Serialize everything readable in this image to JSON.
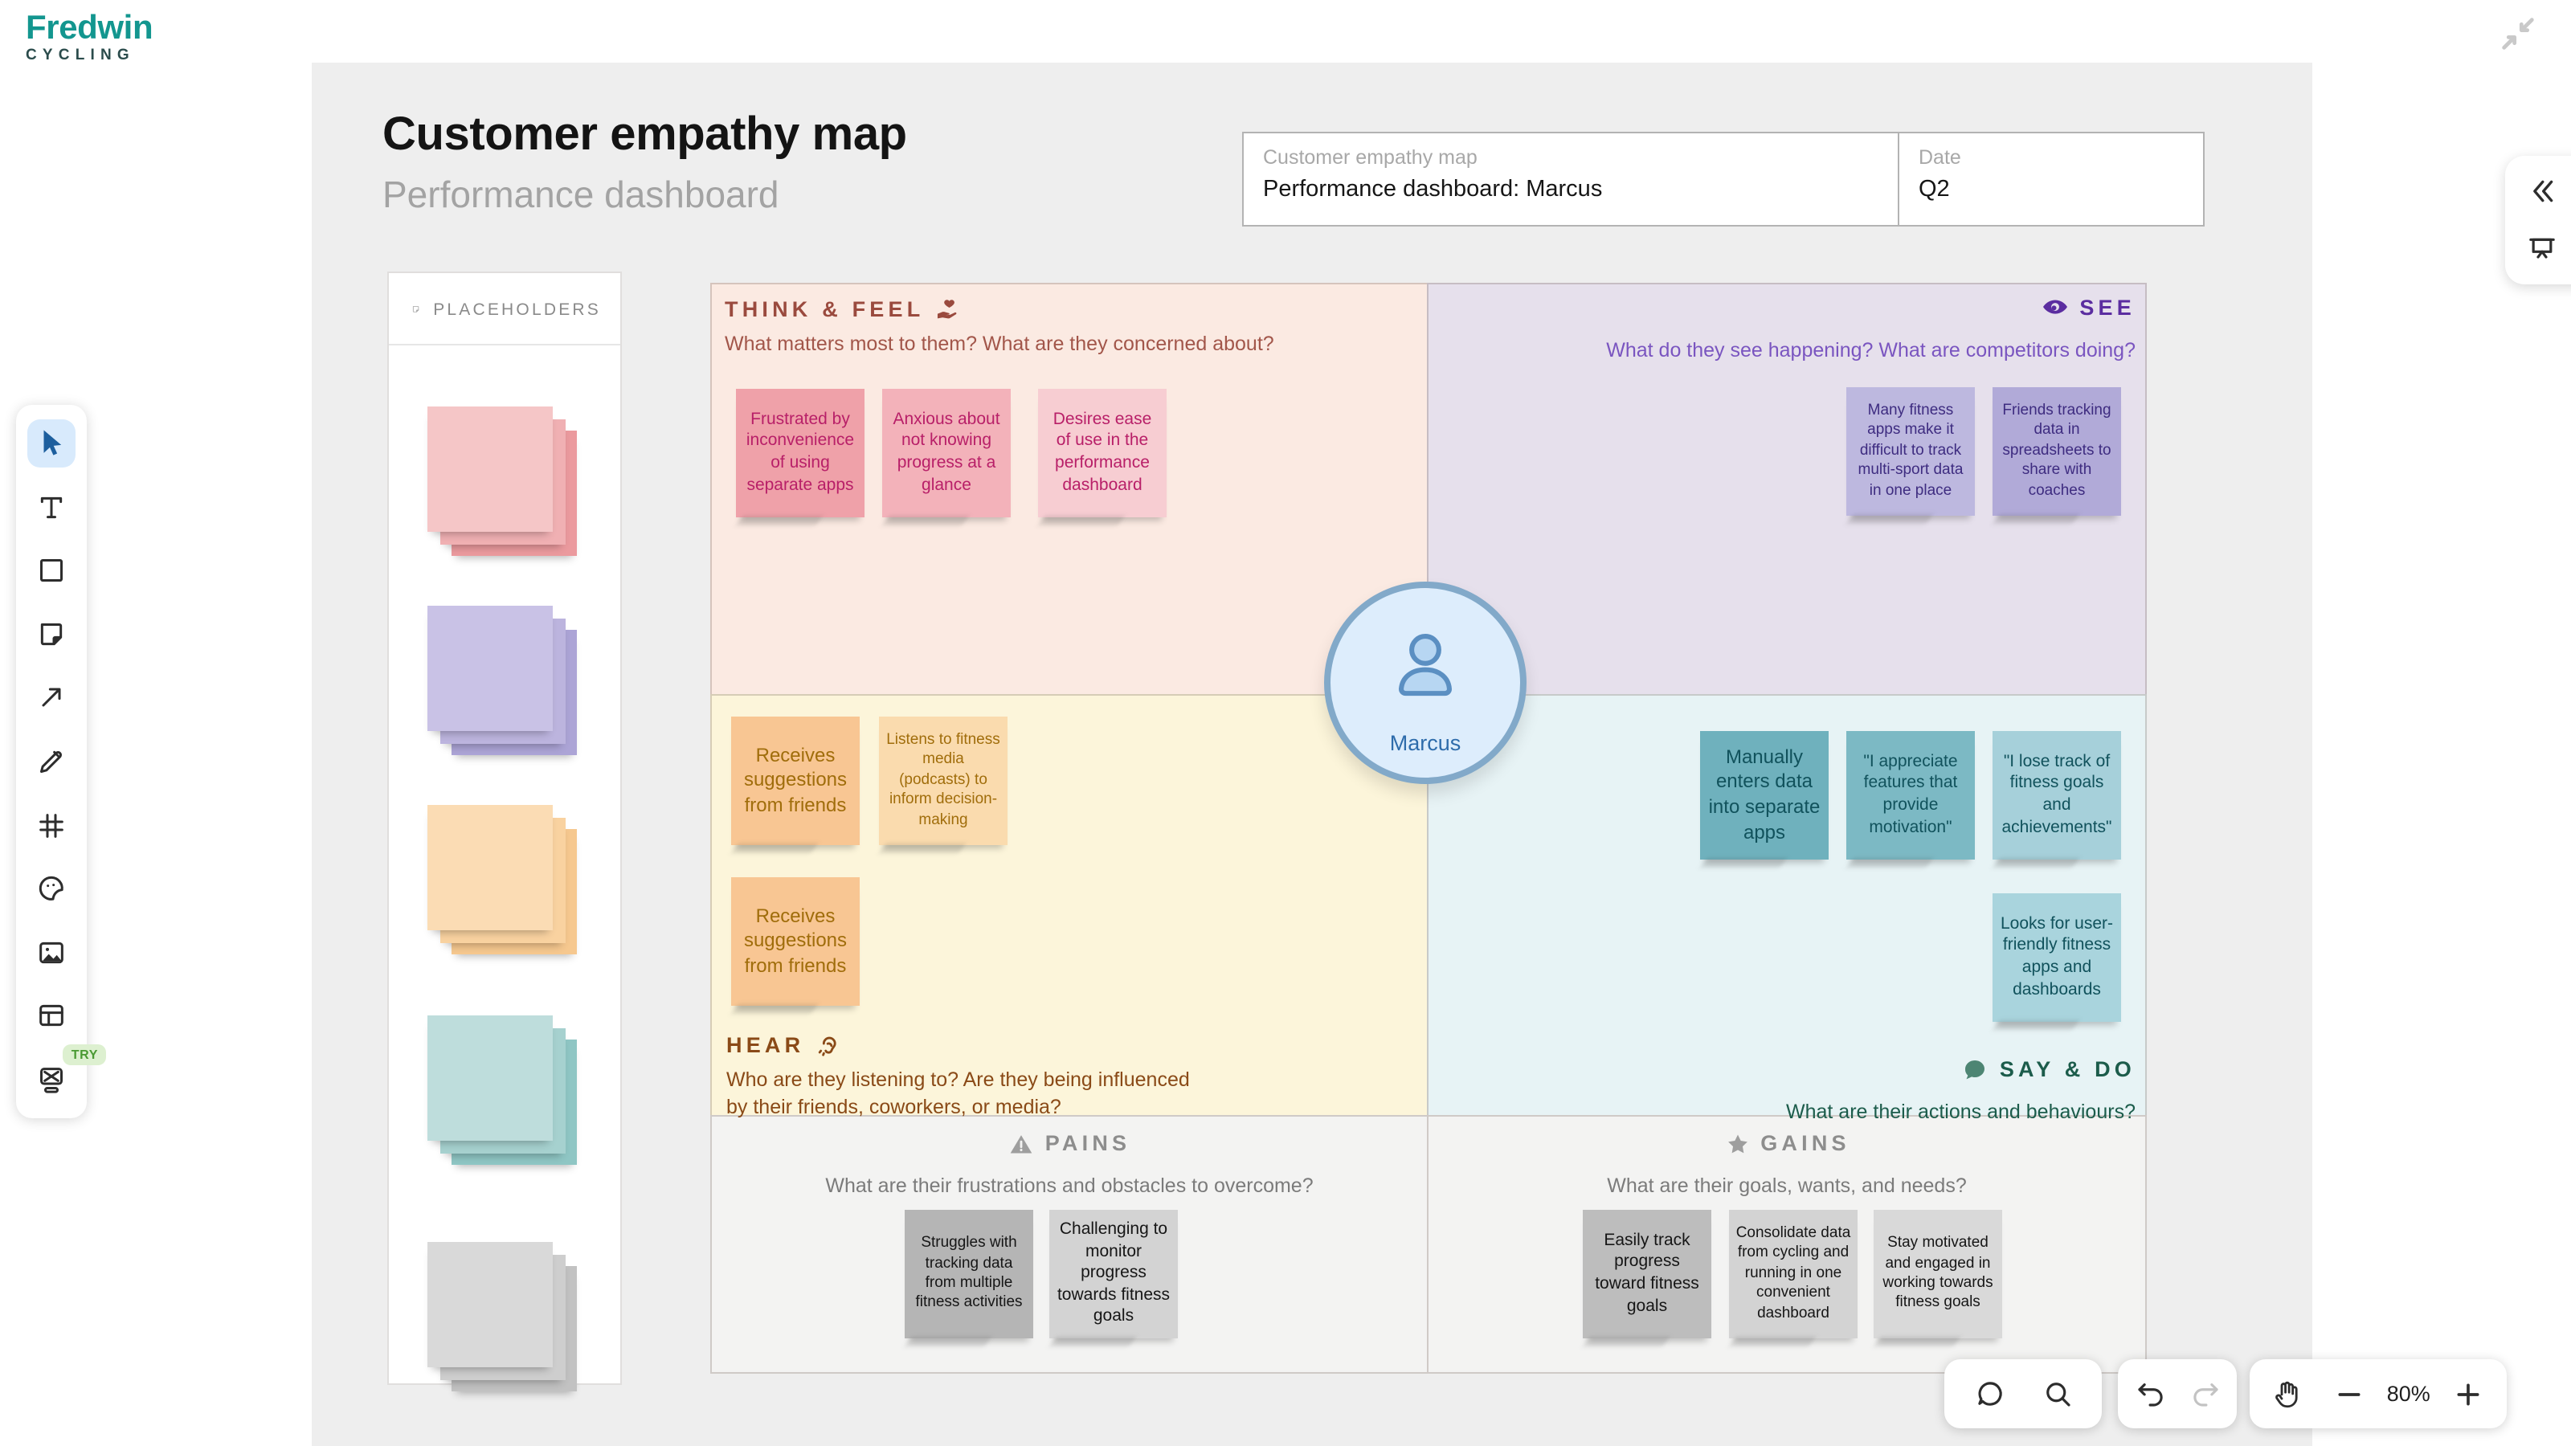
{
  "brand": {
    "name": "Fredwin",
    "tagline": "CYCLING"
  },
  "page": {
    "title": "Customer empathy map",
    "subtitle": "Performance dashboard"
  },
  "form": {
    "name_label": "Customer empathy map",
    "name_value": "Performance dashboard: Marcus",
    "date_label": "Date",
    "date_value": "Q2"
  },
  "placeholders": {
    "title": "PLACEHOLDERS",
    "stacks": [
      {
        "name": "pink",
        "front": "#f5c6c7",
        "mid": "#f0b0b3",
        "back": "#eb9a9e"
      },
      {
        "name": "purple",
        "front": "#c9c2e6",
        "mid": "#bcb4de",
        "back": "#aca4d6"
      },
      {
        "name": "peach",
        "front": "#fbdcb4",
        "mid": "#f9d2a0",
        "back": "#f6c88f"
      },
      {
        "name": "teal",
        "front": "#bedddc",
        "mid": "#a6d1cf",
        "back": "#8fc6c4"
      },
      {
        "name": "gray",
        "front": "#d9d9d9",
        "mid": "#cecece",
        "back": "#c2c2c2"
      }
    ]
  },
  "toolbar": {
    "active_tool": "select",
    "try_badge": "TRY"
  },
  "persona": {
    "name": "Marcus"
  },
  "controls": {
    "zoom_level": "80%"
  },
  "board": {
    "think_feel": {
      "title": "THINK & FEEL",
      "subtitle": "What matters most to them? What are they concerned about?",
      "title_color": "#9a4a3e",
      "subtitle_color": "#a2564a",
      "bg": "#fbeae2",
      "notes": [
        {
          "text": "Frustrated by inconvenience of using separate apps",
          "bg": "#efa1a9",
          "fg": "#b81f68"
        },
        {
          "text": "Anxious about not knowing progress at a glance",
          "bg": "#f3b2ba",
          "fg": "#b81f68"
        },
        {
          "text": "Desires ease of use in the performance dashboard",
          "bg": "#f7cdd2",
          "fg": "#b81f68"
        }
      ]
    },
    "see": {
      "title": "SEE",
      "subtitle": "What do they see happening? What are competitors doing?",
      "title_color": "#5b2da0",
      "subtitle_color": "#7a55c0",
      "bg": "#e6e0ec",
      "notes": [
        {
          "text": "Many fitness apps make it difficult to track multi-sport data in one place",
          "bg": "#bdb8df",
          "fg": "#3e2c80"
        },
        {
          "text": "Friends tracking data in spreadsheets to share with coaches",
          "bg": "#b1aad8",
          "fg": "#3e2c80"
        }
      ]
    },
    "hear": {
      "title": "HEAR",
      "subtitle": "Who are they listening to? Are they being influenced by their friends, coworkers, or media?",
      "title_color": "#8a4a17",
      "subtitle_color": "#8a4a17",
      "bg": "#fcf5da",
      "notes": [
        {
          "text": "Receives suggestions from friends",
          "bg": "#f8c693",
          "fg": "#a06d0b"
        },
        {
          "text": "Listens to fitness media (podcasts) to inform decision-making",
          "bg": "#fadbae",
          "fg": "#a06d0b"
        },
        {
          "text": "Receives suggestions from friends",
          "bg": "#f8c693",
          "fg": "#a06d0b"
        }
      ]
    },
    "say_do": {
      "title": "SAY & DO",
      "subtitle": "What are their actions and behaviours?",
      "title_color": "#1c5c4b",
      "subtitle_color": "#1c5c4b",
      "bg": "#e7f3f5",
      "notes": [
        {
          "text": "Manually enters data into separate apps",
          "bg": "#6fb1bd",
          "fg": "#11525c"
        },
        {
          "text": "\"I appreciate features that provide motivation\"",
          "bg": "#7cb9c4",
          "fg": "#11525c"
        },
        {
          "text": "\"I lose track of fitness goals and achievements\"",
          "bg": "#a6d0da",
          "fg": "#11525c"
        },
        {
          "text": "Looks for user-friendly fitness apps and dashboards",
          "bg": "#a9d4dd",
          "fg": "#11525c"
        }
      ]
    },
    "pains": {
      "title": "PAINS",
      "subtitle": "What are their frustrations and obstacles to overcome?",
      "title_color": "#8d8d8d",
      "subtitle_color": "#7b7b7b",
      "bg": "#f3f3f2",
      "notes": [
        {
          "text": "Struggles with tracking data from multiple fitness activities",
          "bg": "#b5b5b5",
          "fg": "#161616"
        },
        {
          "text": "Challenging to monitor progress towards fitness goals",
          "bg": "#d3d3d3",
          "fg": "#161616"
        }
      ]
    },
    "gains": {
      "title": "GAINS",
      "subtitle": "What are their goals, wants, and needs?",
      "title_color": "#8d8d8d",
      "subtitle_color": "#7b7b7b",
      "bg": "#f3f3f2",
      "notes": [
        {
          "text": "Easily track progress toward fitness goals",
          "bg": "#bdbdbd",
          "fg": "#161616"
        },
        {
          "text": "Consolidate data from cycling and running in one convenient dashboard",
          "bg": "#d3d3d3",
          "fg": "#161616"
        },
        {
          "text": "Stay motivated and engaged in working towards fitness goals",
          "bg": "#d9d9d9",
          "fg": "#161616"
        }
      ]
    }
  }
}
